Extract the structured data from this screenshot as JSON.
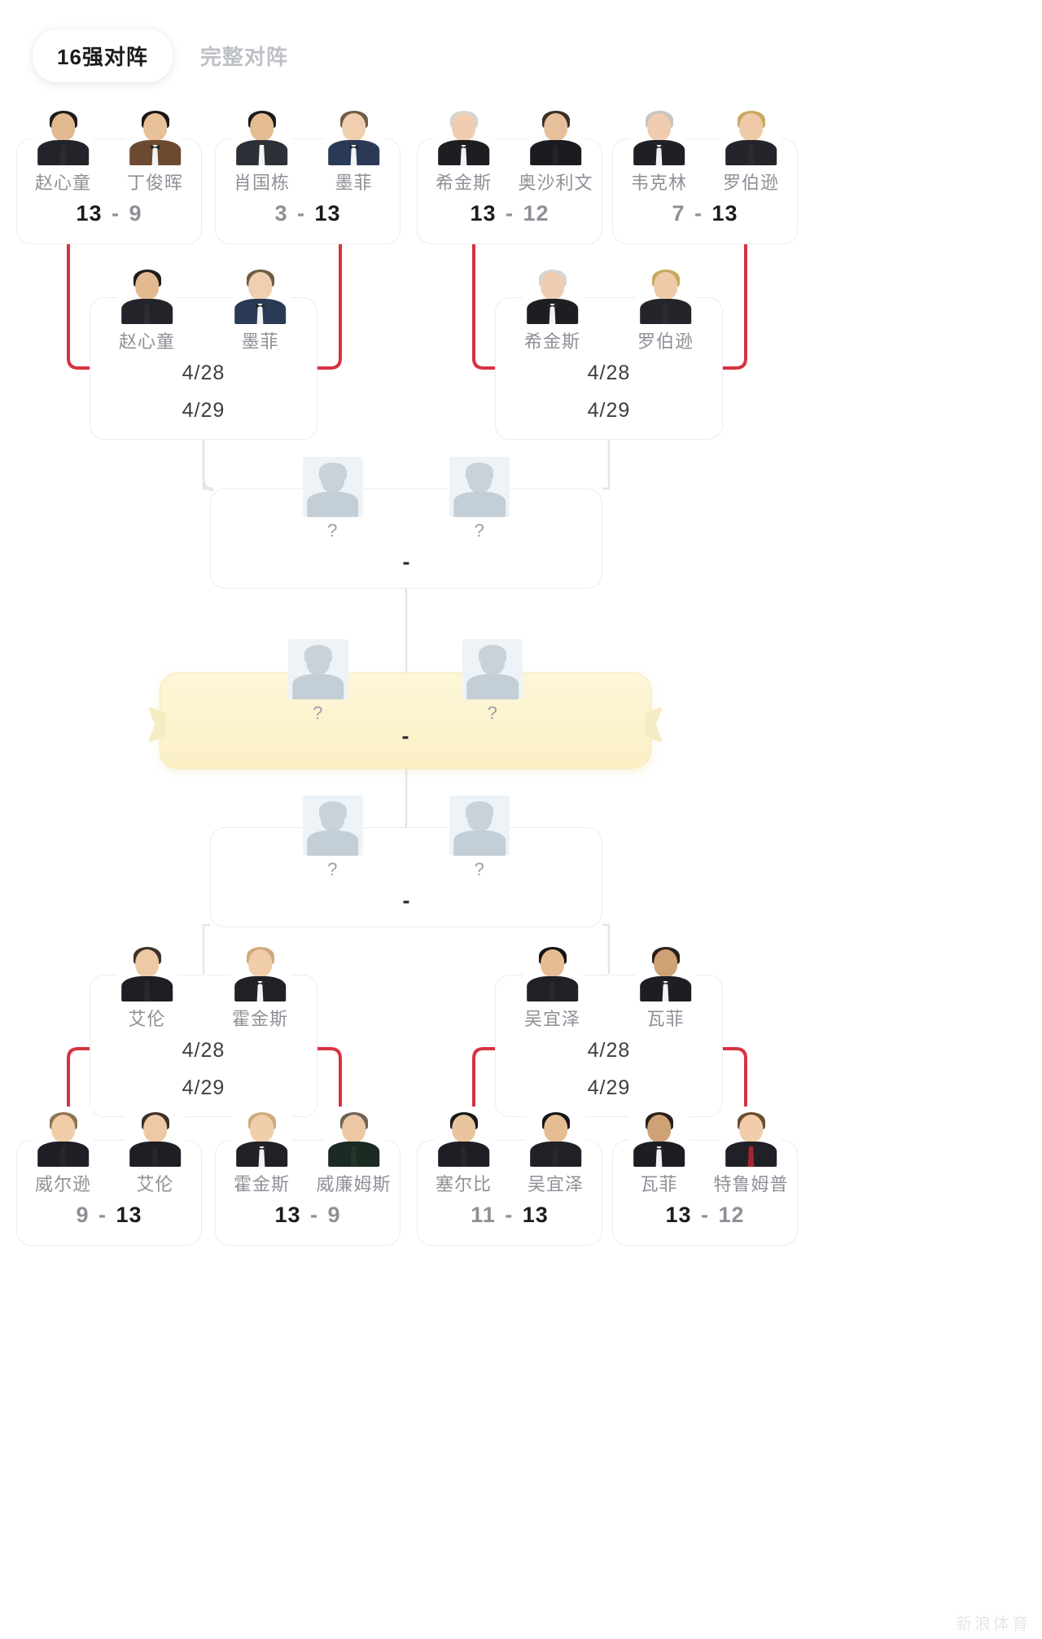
{
  "tabs": [
    {
      "label": "16强对阵",
      "active": true
    },
    {
      "label": "完整对阵",
      "active": false
    }
  ],
  "colors": {
    "accent_red": "#d8323f",
    "highlight_yellow": "#fbf0c6",
    "line_gray": "#e6e6e6",
    "name_gray": "#8d9096",
    "score_win": "#1b1c1e",
    "score_lose": "#8d9096"
  },
  "watermark": "新浪体育",
  "rounds": {
    "r16_top": [
      {
        "id": "r16-1",
        "p1": {
          "name": "赵心童",
          "avatar": "player-zhao-xintong",
          "score": "13",
          "winner": true
        },
        "p2": {
          "name": "丁俊晖",
          "avatar": "player-ding-junhui",
          "score": "9",
          "winner": false
        },
        "separator": "-"
      },
      {
        "id": "r16-2",
        "p1": {
          "name": "肖国栋",
          "avatar": "player-xiao-guodong",
          "score": "3",
          "winner": false
        },
        "p2": {
          "name": "墨菲",
          "avatar": "player-murphy",
          "score": "13",
          "winner": true
        },
        "separator": "-"
      },
      {
        "id": "r16-3",
        "p1": {
          "name": "希金斯",
          "avatar": "player-higgins",
          "score": "13",
          "winner": true
        },
        "p2": {
          "name": "奥沙利文",
          "avatar": "player-osullivan",
          "score": "12",
          "winner": false
        },
        "separator": "-"
      },
      {
        "id": "r16-4",
        "p1": {
          "name": "韦克林",
          "avatar": "player-wakelin",
          "score": "7",
          "winner": false
        },
        "p2": {
          "name": "罗伯逊",
          "avatar": "player-robertson",
          "score": "13",
          "winner": true
        },
        "separator": "-"
      }
    ],
    "qf_top": [
      {
        "id": "qf-1",
        "p1": {
          "name": "赵心童",
          "avatar": "player-zhao-xintong"
        },
        "p2": {
          "name": "墨菲",
          "avatar": "player-murphy"
        },
        "dates": [
          "4/28",
          "4/29"
        ]
      },
      {
        "id": "qf-2",
        "p1": {
          "name": "希金斯",
          "avatar": "player-higgins"
        },
        "p2": {
          "name": "罗伯逊",
          "avatar": "player-robertson"
        },
        "dates": [
          "4/28",
          "4/29"
        ]
      }
    ],
    "sf_top": {
      "id": "sf-top",
      "p1": {
        "name": "?",
        "avatar": "player-unknown"
      },
      "p2": {
        "name": "?",
        "avatar": "player-unknown"
      },
      "score": "-"
    },
    "final": {
      "id": "final",
      "p1": {
        "name": "?",
        "avatar": "player-unknown"
      },
      "p2": {
        "name": "?",
        "avatar": "player-unknown"
      },
      "score": "-"
    },
    "sf_bottom": {
      "id": "sf-bottom",
      "p1": {
        "name": "?",
        "avatar": "player-unknown"
      },
      "p2": {
        "name": "?",
        "avatar": "player-unknown"
      },
      "score": "-"
    },
    "qf_bottom": [
      {
        "id": "qf-3",
        "p1": {
          "name": "艾伦",
          "avatar": "player-allen"
        },
        "p2": {
          "name": "霍金斯",
          "avatar": "player-hawkins"
        },
        "dates": [
          "4/28",
          "4/29"
        ]
      },
      {
        "id": "qf-4",
        "p1": {
          "name": "吴宜泽",
          "avatar": "player-wu-yize"
        },
        "p2": {
          "name": "瓦菲",
          "avatar": "player-vafaei"
        },
        "dates": [
          "4/28",
          "4/29"
        ]
      }
    ],
    "r16_bottom": [
      {
        "id": "r16-5",
        "p1": {
          "name": "威尔逊",
          "avatar": "player-wilson",
          "score": "9",
          "winner": false
        },
        "p2": {
          "name": "艾伦",
          "avatar": "player-allen",
          "score": "13",
          "winner": true
        },
        "separator": "-"
      },
      {
        "id": "r16-6",
        "p1": {
          "name": "霍金斯",
          "avatar": "player-hawkins",
          "score": "13",
          "winner": true
        },
        "p2": {
          "name": "威廉姆斯",
          "avatar": "player-williams",
          "score": "9",
          "winner": false
        },
        "separator": "-"
      },
      {
        "id": "r16-7",
        "p1": {
          "name": "塞尔比",
          "avatar": "player-selby",
          "score": "11",
          "winner": false
        },
        "p2": {
          "name": "吴宜泽",
          "avatar": "player-wu-yize",
          "score": "13",
          "winner": true
        },
        "separator": "-"
      },
      {
        "id": "r16-8",
        "p1": {
          "name": "瓦菲",
          "avatar": "player-vafaei",
          "score": "13",
          "winner": true
        },
        "p2": {
          "name": "特鲁姆普",
          "avatar": "player-trump",
          "score": "12",
          "winner": false
        },
        "separator": "-"
      }
    ]
  }
}
